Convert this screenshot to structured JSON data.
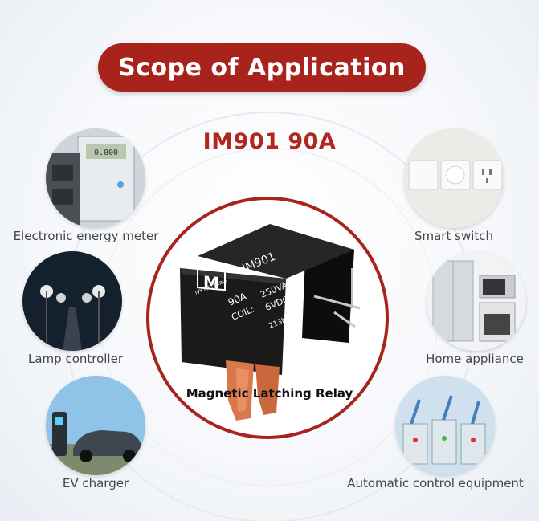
{
  "banner": {
    "title": "Scope of Application"
  },
  "product": {
    "model": "IM901 90A",
    "caption": "Magnetic Latching Relay",
    "relay_text": {
      "brand": "IVY METERING",
      "logo_letter": "M",
      "model": "IM901",
      "current": "90A",
      "voltage": "250VAC",
      "coil_label": "COIL:",
      "coil_value": "6VDC",
      "batch": "213b"
    }
  },
  "applications": [
    {
      "id": "energy-meter",
      "label": "Electronic energy meter",
      "meter_reading": "0.000"
    },
    {
      "id": "smart-switch",
      "label": "Smart switch"
    },
    {
      "id": "lamp-controller",
      "label": "Lamp controller"
    },
    {
      "id": "home-appliance",
      "label": "Home appliance"
    },
    {
      "id": "ev-charger",
      "label": "EV charger"
    },
    {
      "id": "automatic-control",
      "label": "Automatic control equipment"
    }
  ],
  "colors": {
    "brand_red": "#a8231c",
    "relay_body": "#1a1a1a",
    "terminal_copper": "#d9784a",
    "label_gray": "#444444"
  }
}
